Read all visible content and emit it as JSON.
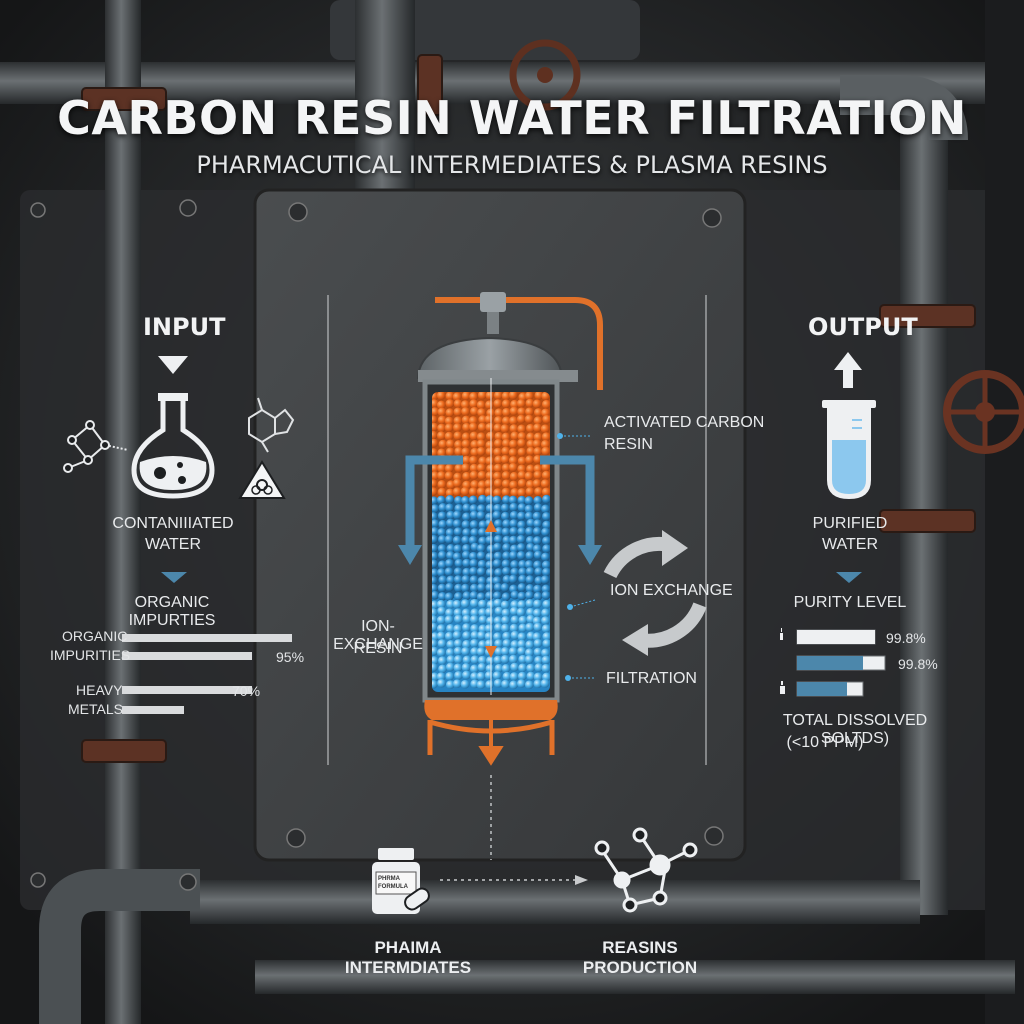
{
  "title": "CARBON RESIN WATER FILTRATION",
  "subtitle": "PHARMACUTICAL INTERMEDIATES & PLASMA RESINS",
  "input": {
    "heading": "INPUT",
    "source_label_1": "CONTANIIIATED",
    "source_label_2": "WATER",
    "impurities_heading": "ORGANIC IMPURTIES",
    "bars": [
      {
        "label_1": "ORGANIC",
        "label_2": "IMPURITIES",
        "value_text": "95%",
        "value": 95
      },
      {
        "label_1": "HEAVY",
        "label_2": "METALS",
        "value_text": "70%",
        "value": 70
      }
    ]
  },
  "filter": {
    "carbon_label_1": "ACTIVATED CARBON",
    "carbon_label_2": "RESIN",
    "resin_label_1": "ION-EXCHANGE",
    "resin_label_2": "RESIN",
    "ion_exchange_label": "ION EXCHANGE",
    "filtration_label": "FILTRATION",
    "colors": {
      "carbon": "#e8631c",
      "resin": "#2f8fcf",
      "frame": "#e0712a"
    }
  },
  "output": {
    "heading": "OUTPUT",
    "product_label_1": "PURIFIED",
    "product_label_2": "WATER",
    "purity_heading": "PURITY LEVEL",
    "bars": [
      {
        "value_text": "99.8%",
        "value": 99.8
      },
      {
        "value_text": "99.8%",
        "value": 99.8
      },
      {
        "value_text": "",
        "value": 70
      }
    ],
    "tds_label_1": "TOTAL DISSOLVED SOLTDS)",
    "tds_label_2": "(<10 PPM)"
  },
  "bottom": {
    "left_label": "PHAIMA INTERMDIATES",
    "right_label": "REASINS PRODUCTION",
    "bottle_text_1": "PHRMA",
    "bottle_text_2": "FORMULA"
  }
}
